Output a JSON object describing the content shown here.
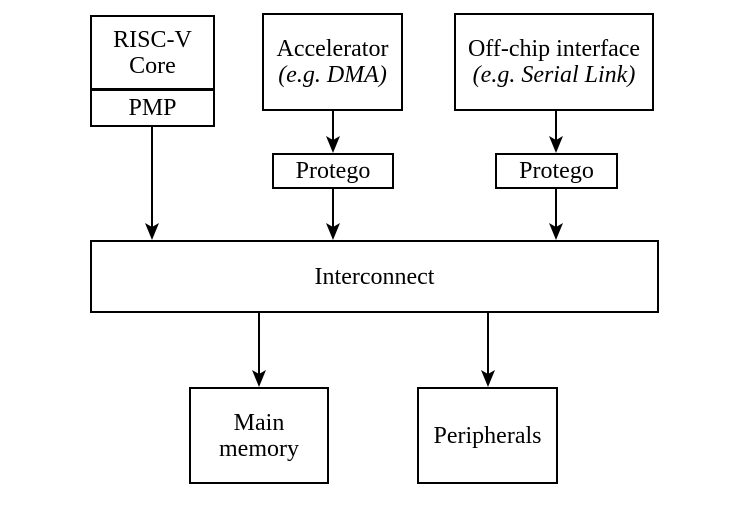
{
  "diagram": {
    "riscv_core": {
      "line1": "RISC-V",
      "line2": "Core"
    },
    "pmp": {
      "label": "PMP"
    },
    "accelerator": {
      "name": "Accelerator",
      "example": "(e.g. DMA)"
    },
    "offchip_interface": {
      "name": "Off-chip interface",
      "example": "(e.g. Serial Link)"
    },
    "protego_left": {
      "label": "Protego"
    },
    "protego_right": {
      "label": "Protego"
    },
    "interconnect": {
      "label": "Interconnect"
    },
    "main_memory": {
      "line1": "Main",
      "line2": "memory"
    },
    "peripherals": {
      "label": "Peripherals"
    },
    "colors": {
      "stroke": "#000000",
      "box_fill": "#ffffff",
      "text": "#000000",
      "page_background": "#ffffff"
    }
  }
}
